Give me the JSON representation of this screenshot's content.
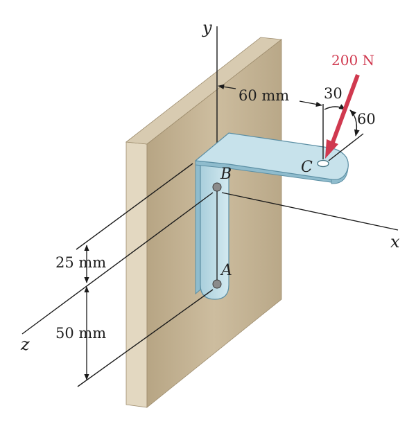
{
  "axes": {
    "x": "x",
    "y": "y",
    "z": "z"
  },
  "points": {
    "a": "A",
    "b": "B",
    "c": "C"
  },
  "force": {
    "label": "200 N",
    "color": "#d0394f"
  },
  "dimensions": {
    "horizontal_offset": "60 mm",
    "force_angle_top": "30",
    "force_angle_side": "60",
    "spacing_ab": "25 mm",
    "spacing_a_bottom": "50 mm"
  },
  "colors": {
    "wall_face": "#c6b597",
    "wall_side": "#e2d7c0",
    "bracket_face": "#bcdbe6",
    "bracket_edge": "#6a9fb3",
    "force": "#d0394f"
  }
}
